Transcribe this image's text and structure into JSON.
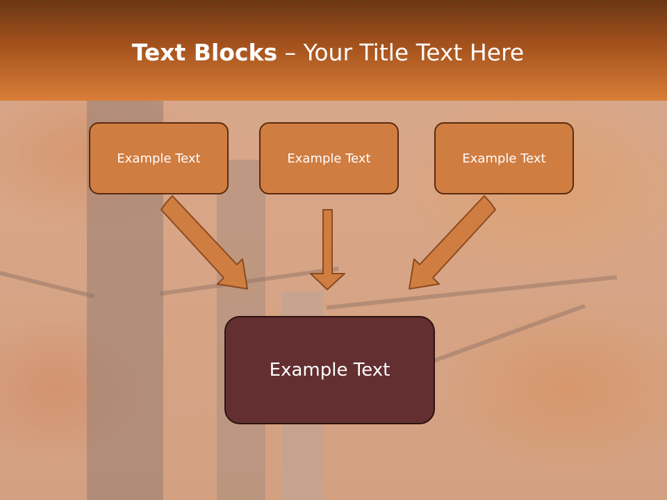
{
  "slide": {
    "title_bold": "Text Blocks",
    "title_separator": " – ",
    "title_rest": "Your Title Text Here",
    "boxes": [
      "Example Text",
      "Example Text",
      "Example Text"
    ],
    "main_box": "Example Text"
  },
  "colors": {
    "header_dark": "#6b3714",
    "header_light": "#d97e38",
    "box_fill": "#d07d41",
    "box_border": "#5b2a0d",
    "main_box_fill": "#632f31",
    "arrow_fill": "#d07d41",
    "arrow_stroke": "#8a4a1e"
  }
}
